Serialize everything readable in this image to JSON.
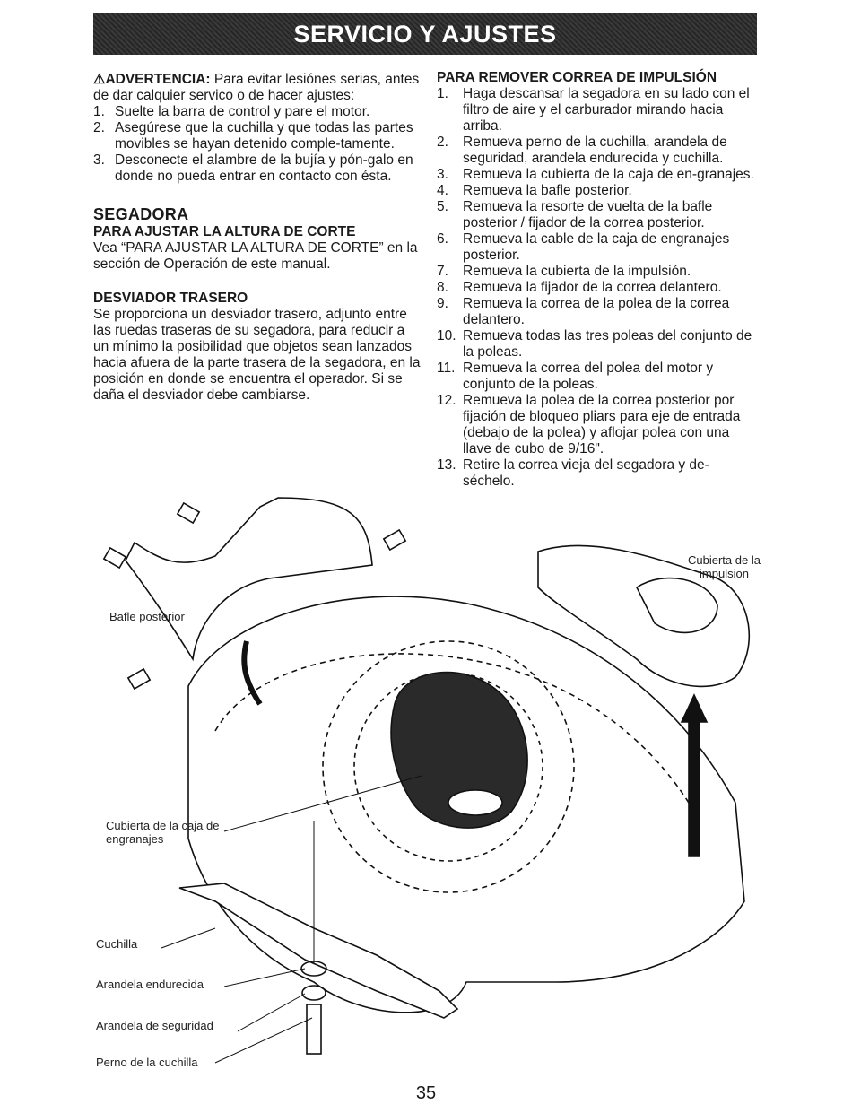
{
  "header": {
    "title": "SERVICIO Y AJUSTES"
  },
  "warning": {
    "icon": "warning-triangle-icon",
    "heading": "ADVERTENCIA:",
    "intro": "Para evitar lesiónes serias, antes de dar calquier servico o de hacer ajustes:",
    "items": [
      {
        "num": "1.",
        "text": "Suelte la barra de control y pare el motor."
      },
      {
        "num": "2.",
        "text": "Asegúrese que la cuchilla y que todas las partes movibles se hayan detenido comple-tamente."
      },
      {
        "num": "3.",
        "text": "Desconecte el alambre de la bujía y pón-galo en donde no pueda entrar en contacto con ésta."
      }
    ]
  },
  "segadora": {
    "title": "SEGADORA",
    "altura_title": "PARA AJUSTAR LA ALTURA DE CORTE",
    "altura_text": "Vea “PARA AJUSTAR LA ALTURA DE CORTE” en la sección de Operación de este manual.",
    "desviador_title": "DESVIADOR TRASERO",
    "desviador_text": "Se proporciona un desviador trasero, adjunto entre las ruedas traseras de su segadora, para reducir a un mínimo la posibilidad que objetos sean lanzados hacia afuera de la parte trasera de la segadora, en la posición en donde se encuentra el operador. Si se daña el desviador debe cambiarse."
  },
  "correa": {
    "title": "PARA REMOVER CORREA DE IMPULSIÓN",
    "steps": [
      {
        "num": "1.",
        "text": "Haga descansar la segadora en su lado con el filtro de aire y el carburador mirando hacia arriba."
      },
      {
        "num": "2.",
        "text": "Remueva perno de la cuchilla, arandela de seguridad, arandela endurecida y cuchilla."
      },
      {
        "num": "3.",
        "text": "Remueva la cubierta de la caja de en-granajes."
      },
      {
        "num": "4.",
        "text": "Remueva la bafle posterior."
      },
      {
        "num": "5.",
        "text": "Remueva la resorte de vuelta de la bafle posterior / fijador de la correa posterior."
      },
      {
        "num": "6.",
        "text": "Remueva la cable de la caja de engranajes posterior."
      },
      {
        "num": "7.",
        "text": "Remueva la cubierta de la impulsión."
      },
      {
        "num": "8.",
        "text": "Remueva la fijador de la correa delantero."
      },
      {
        "num": "9.",
        "text": "Remueva la correa de la polea de la correa delantero."
      },
      {
        "num": "10.",
        "text": "Remueva todas las tres poleas del conjunto de la poleas."
      },
      {
        "num": "11.",
        "text": "Remueva la correa del polea del motor y conjunto de la poleas."
      },
      {
        "num": "12.",
        "text": "Remueva la polea de la correa posterior por fijación de bloqueo pliars para eje de entrada (debajo de la polea) y aflojar polea con una llave de cubo de 9/16\"."
      },
      {
        "num": "13.",
        "text": "Retire la correa vieja del segadora y de-séchelo."
      }
    ]
  },
  "diagram": {
    "label_bafle": "Bafle posterior",
    "label_cubierta_impulsion": "Cubierta de la impulsion",
    "label_cubierta_caja": "Cubierta de la caja de engranajes",
    "label_cuchilla": "Cuchilla",
    "label_arandela_endurecida": "Arandela endurecida",
    "label_arandela_seguridad": "Arandela de seguridad",
    "label_perno": "Perno de la cuchilla"
  },
  "page_number": "35"
}
